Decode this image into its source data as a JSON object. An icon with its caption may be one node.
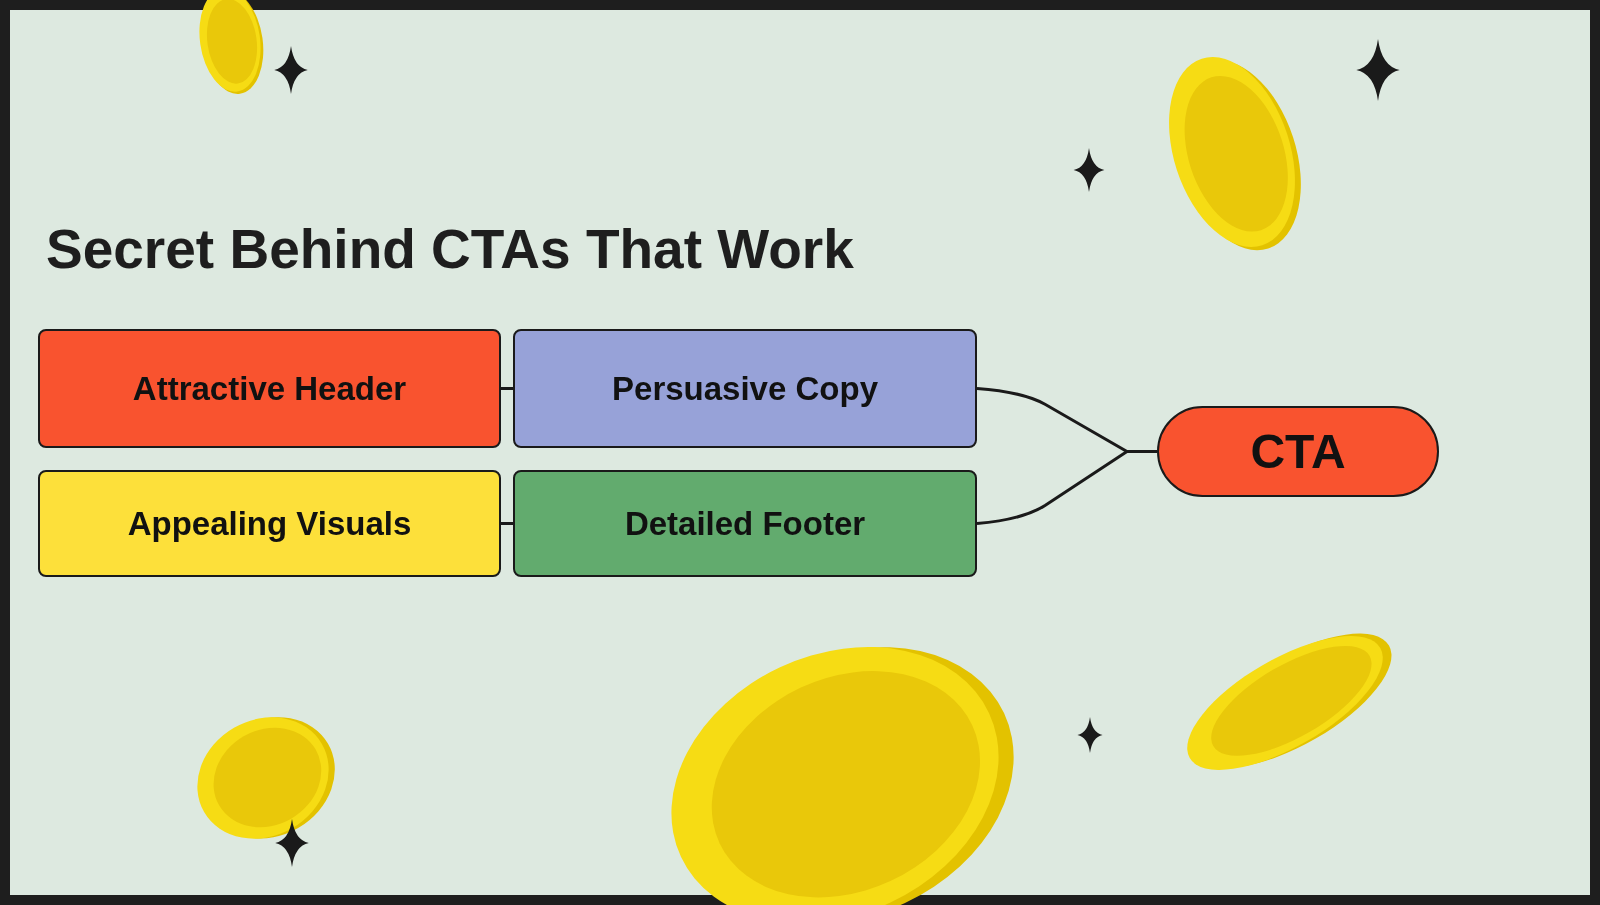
{
  "diagram": {
    "title": "Secret Behind CTAs That Work",
    "nodes": [
      {
        "text": [
          "Attractive Header"
        ]
      },
      {
        "text": [
          "Persuasive Copy"
        ]
      },
      {
        "text": [
          "Appealing Visuals"
        ]
      },
      {
        "text": [
          "Detailed Footer"
        ]
      },
      {
        "text": [
          "CTA"
        ]
      }
    ],
    "edges": [
      {
        "from": 0,
        "to": 1,
        "arrow": "none"
      },
      {
        "from": 2,
        "to": 3,
        "arrow": "none"
      },
      {
        "from": 1,
        "to": 4,
        "arrow": "none"
      },
      {
        "from": 3,
        "to": 4,
        "arrow": "none"
      }
    ]
  }
}
